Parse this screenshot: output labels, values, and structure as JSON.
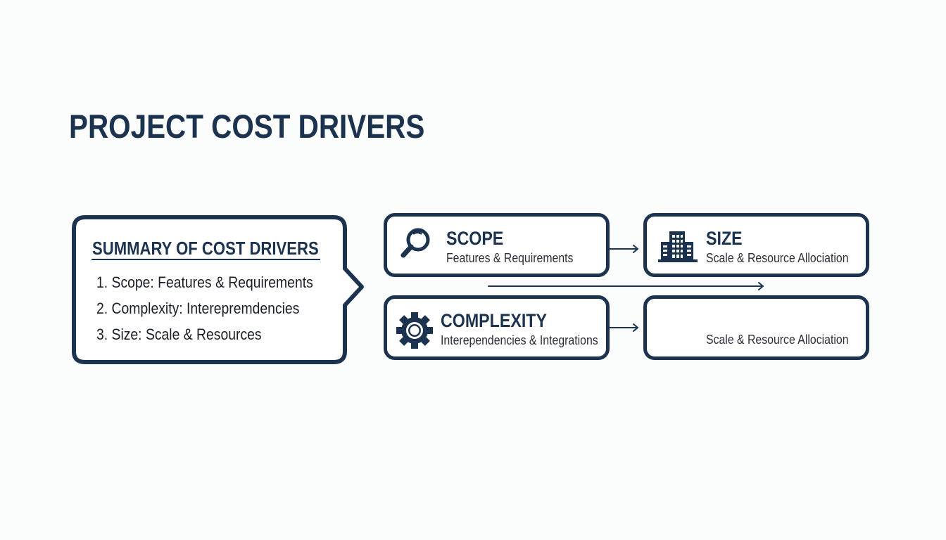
{
  "title": "PROJECT COST DRIVERS",
  "summary": {
    "heading": "SUMMARY OF COST DRIVERS",
    "items": [
      "1. Scope: Features & Requirements",
      "2. Complexity: Interepremdencies",
      "3. Size: Scale & Resources"
    ]
  },
  "cards": {
    "scope": {
      "icon": "magnifying-glass-icon",
      "title": "SCOPE",
      "subtitle": "Features & Requirements"
    },
    "size": {
      "icon": "building-icon",
      "title": "SIZE",
      "subtitle": "Scale & Resource Allociation"
    },
    "complexity": {
      "icon": "gear-icon",
      "title": "COMPLEXITY",
      "subtitle": "Interependencies & Integrations"
    },
    "unlabeled": {
      "title": "",
      "subtitle": "Scale & Resource Allociation"
    }
  },
  "colors": {
    "navy": "#1c3350",
    "background": "#fbfcfc",
    "text": "#1a1f28"
  }
}
